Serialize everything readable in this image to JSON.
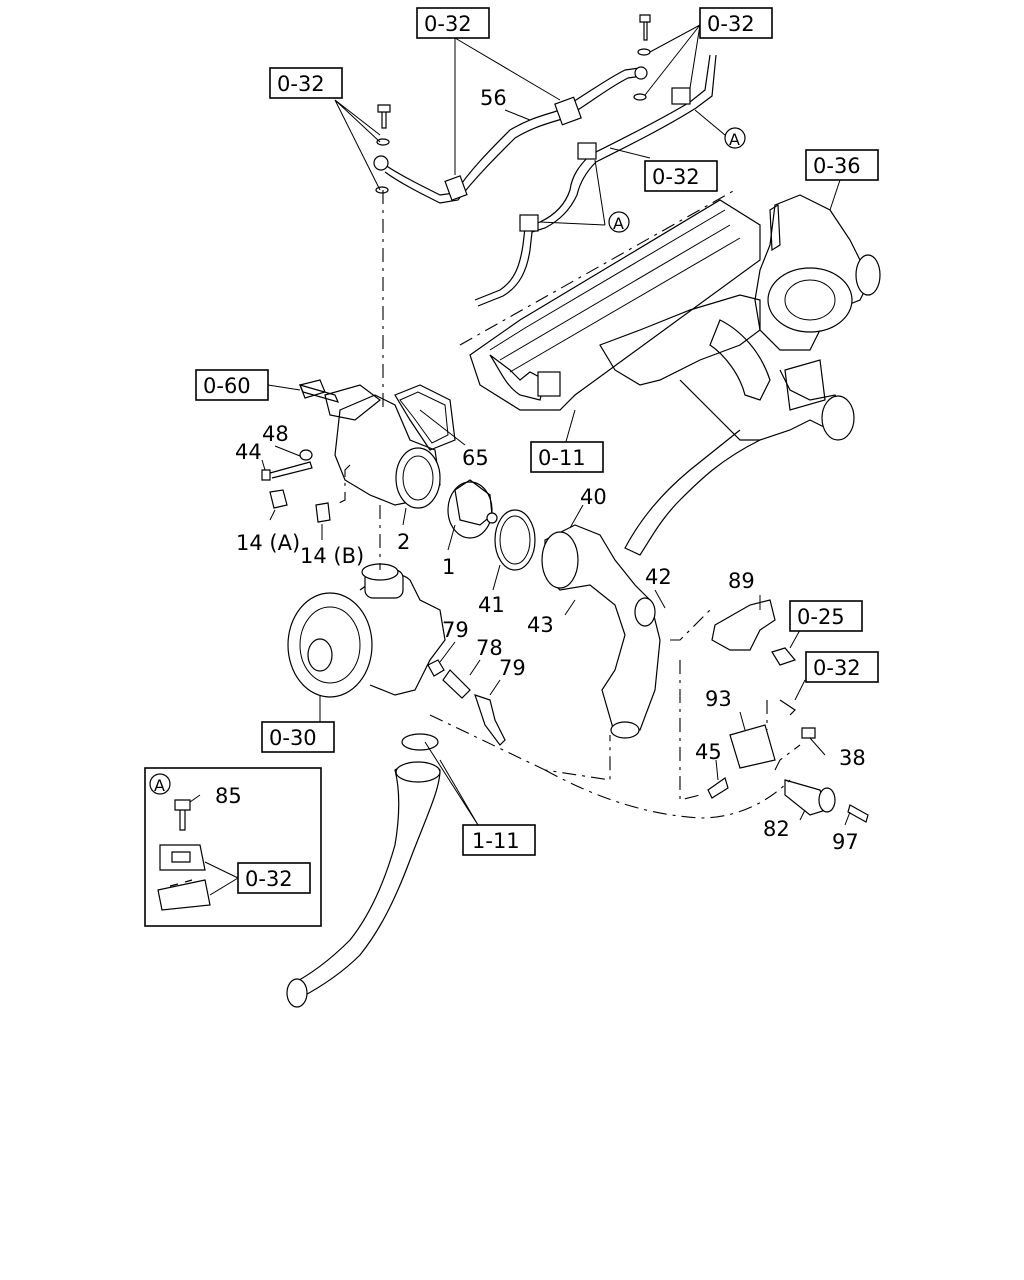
{
  "reference_labels": {
    "r032_top": "0-32",
    "r032_topright": "0-32",
    "r032_left": "0-32",
    "r032_mid": "0-32",
    "r036": "0-36",
    "r060": "0-60",
    "r011": "0-11",
    "r025": "0-25",
    "r032_right": "0-32",
    "r030": "0-30",
    "r111": "1-11",
    "r032_inset": "0-32"
  },
  "part_numbers": {
    "p56": "56",
    "p48": "48",
    "p44": "44",
    "p14a": "14 (A)",
    "p14b": "14 (B)",
    "p2": "2",
    "p1": "1",
    "p65": "65",
    "p41": "41",
    "p40": "40",
    "p42": "42",
    "p43": "43",
    "p89": "89",
    "p79a": "79",
    "p78": "78",
    "p79b": "79",
    "p93": "93",
    "p38": "38",
    "p45": "45",
    "p82": "82",
    "p97": "97",
    "p85": "85"
  },
  "callouts": {
    "a1": "A",
    "a2": "A",
    "a3": "A"
  }
}
